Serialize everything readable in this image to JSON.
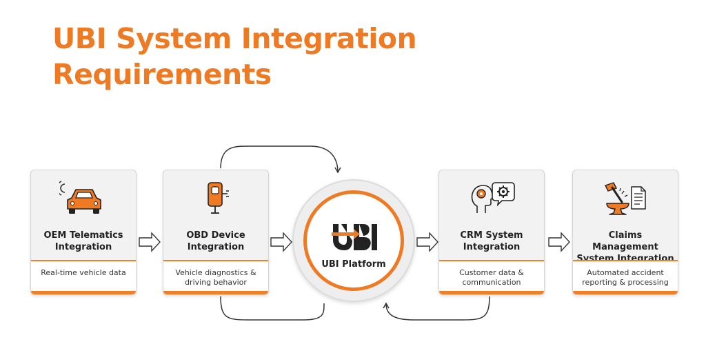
{
  "title": {
    "line1": "UBI System Integration",
    "line2": "Requirements"
  },
  "cards": [
    {
      "label_line1": "OEM Telematics",
      "label_line2": "Integration",
      "desc_line1": "Real-time vehicle data",
      "desc_line2": "",
      "icon": "connected-car-icon"
    },
    {
      "label_line1": "OBD Device",
      "label_line2": "Integration",
      "desc_line1": "Vehicle diagnostics &",
      "desc_line2": "driving behavior",
      "icon": "obd-device-icon"
    },
    {
      "label_line1": "CRM System",
      "label_line2": "Integration",
      "desc_line1": "Customer data &",
      "desc_line2": "communication",
      "icon": "head-gear-chat-icon"
    },
    {
      "label_line1": "Claims Management",
      "label_line2": "System Integration",
      "desc_line1": "Automated accident",
      "desc_line2": "reporting & processing",
      "icon": "hammer-anvil-document-icon"
    }
  ],
  "hub": {
    "logo_text": "UBI",
    "label": "UBI Platform"
  },
  "colors": {
    "accent": "#ee7a23",
    "card_bg": "#f2f2f2",
    "text": "#222222"
  }
}
